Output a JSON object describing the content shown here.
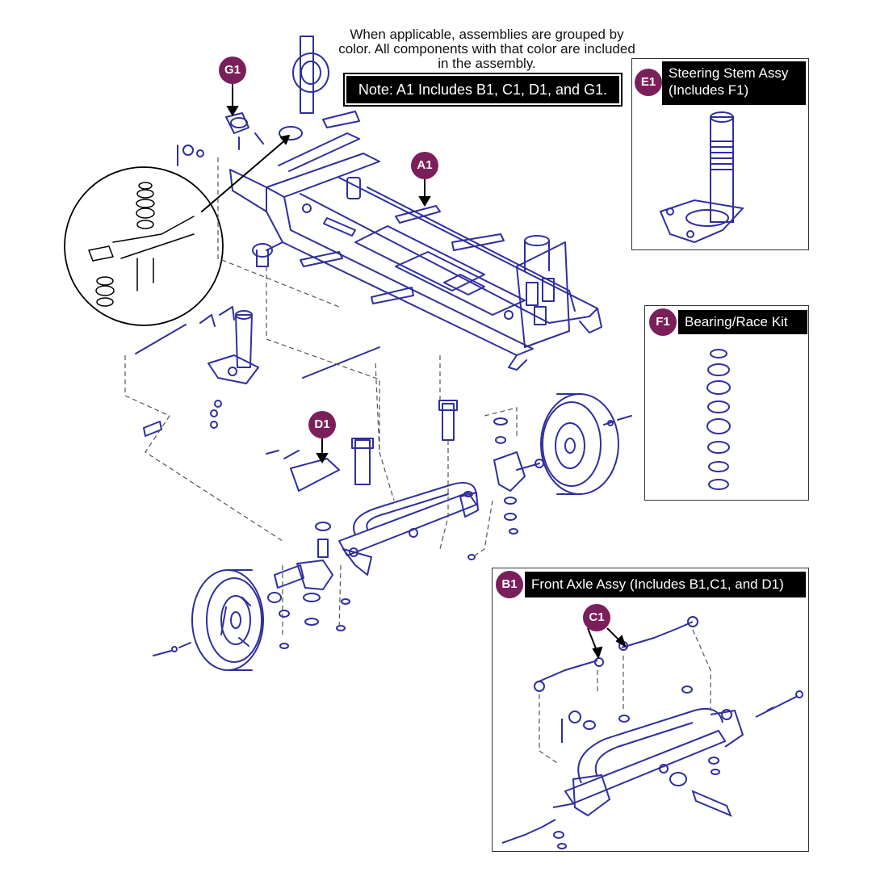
{
  "intro_text": "When applicable, assemblies are grouped by color. All components with that color are included in the assembly.",
  "note": "Note: A1 Includes B1, C1, D1, and G1.",
  "colors": {
    "accent": "#7b1f5a",
    "parts_line": "#2f2f9e",
    "dashed_line": "#555555",
    "header_bg": "#000000"
  },
  "callouts": {
    "g1": "G1",
    "a1": "A1",
    "d1": "D1",
    "c1": "C1"
  },
  "panels": {
    "e1": {
      "badge": "E1",
      "title_line1": "Steering Stem Assy",
      "title_line2": "(Includes F1)"
    },
    "f1": {
      "badge": "F1",
      "title": "Bearing/Race Kit"
    },
    "b1": {
      "badge": "B1",
      "title": "Front Axle Assy (Includes B1,C1, and D1)"
    }
  }
}
